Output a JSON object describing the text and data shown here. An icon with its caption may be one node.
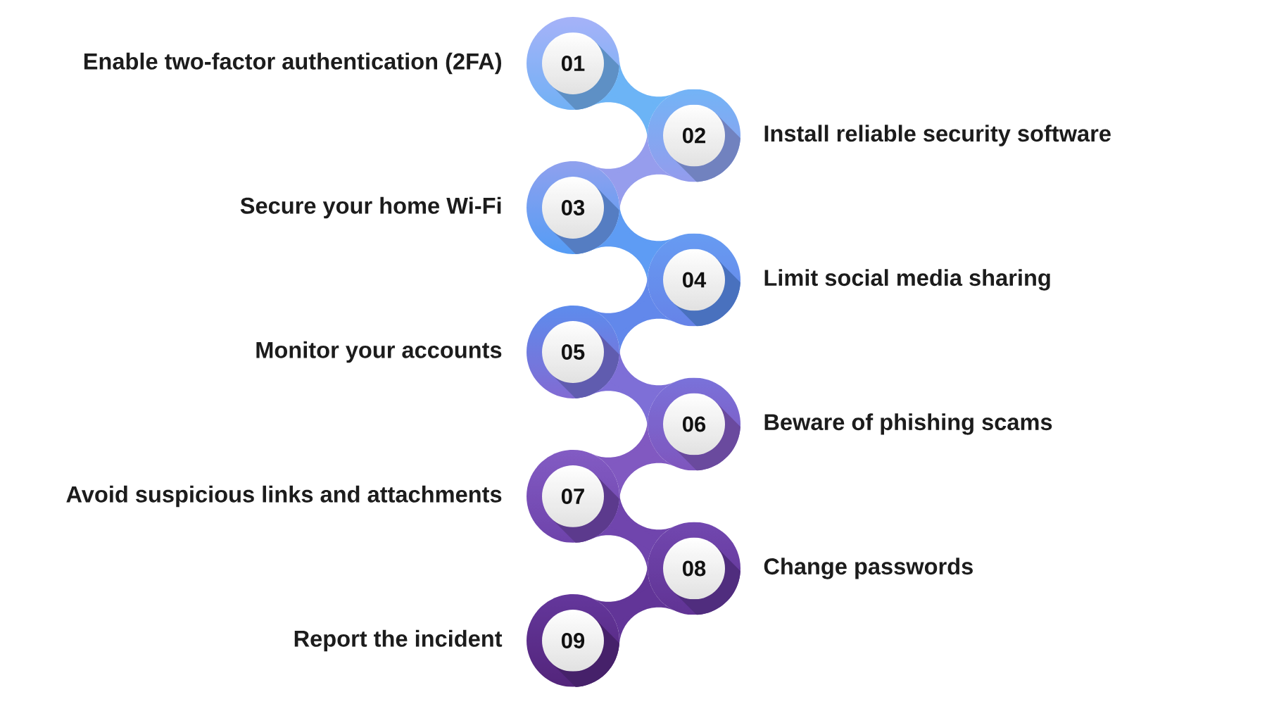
{
  "diagram": {
    "nodes": [
      {
        "text": [
          "01"
        ],
        "beside": [
          "Enable two-factor authentication (2FA)"
        ]
      },
      {
        "text": [
          "02"
        ],
        "beside": [
          "Install reliable security software"
        ]
      },
      {
        "text": [
          "03"
        ],
        "beside": [
          "Secure your home Wi-Fi"
        ]
      },
      {
        "text": [
          "04"
        ],
        "beside": [
          "Limit social media sharing"
        ]
      },
      {
        "text": [
          "05"
        ],
        "beside": [
          "Monitor your accounts"
        ]
      },
      {
        "text": [
          "06"
        ],
        "beside": [
          "Beware of phishing scams"
        ]
      },
      {
        "text": [
          "07"
        ],
        "beside": [
          "Avoid suspicious links and attachments"
        ]
      },
      {
        "text": [
          "08"
        ],
        "beside": [
          "Change passwords"
        ]
      },
      {
        "text": [
          "09"
        ],
        "beside": [
          "Report the incident"
        ]
      }
    ],
    "edges": [
      {
        "from": 0,
        "to": 1,
        "arrow": "none",
        "color": "#6cb4f6"
      },
      {
        "from": 1,
        "to": 2,
        "arrow": "none",
        "color": "#969ded"
      },
      {
        "from": 2,
        "to": 3,
        "arrow": "none",
        "color": "#5e9cf4"
      },
      {
        "from": 3,
        "to": 4,
        "arrow": "none",
        "color": "#6288eb"
      },
      {
        "from": 4,
        "to": 5,
        "arrow": "none",
        "color": "#7e6fd7"
      },
      {
        "from": 5,
        "to": 6,
        "arrow": "none",
        "color": "#8159c1"
      },
      {
        "from": 6,
        "to": 7,
        "arrow": "none",
        "color": "#7045ad"
      },
      {
        "from": 7,
        "to": 8,
        "arrow": "none",
        "color": "#623598"
      }
    ]
  }
}
